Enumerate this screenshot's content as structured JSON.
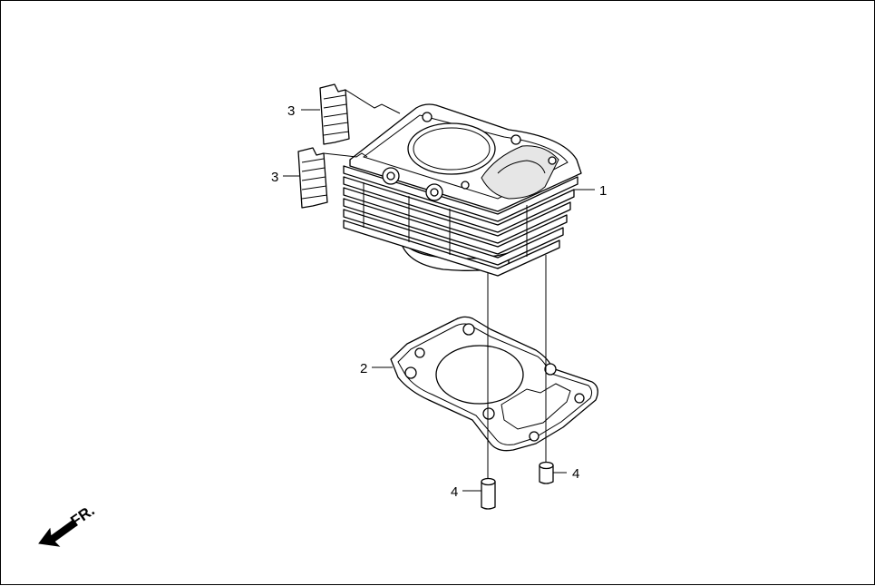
{
  "labels": {
    "cylinder": "1",
    "gasket": "2",
    "guide_upper": "3",
    "guide_lower": "3",
    "dowel_left": "4",
    "dowel_right": "4"
  },
  "front_indicator": "FR."
}
